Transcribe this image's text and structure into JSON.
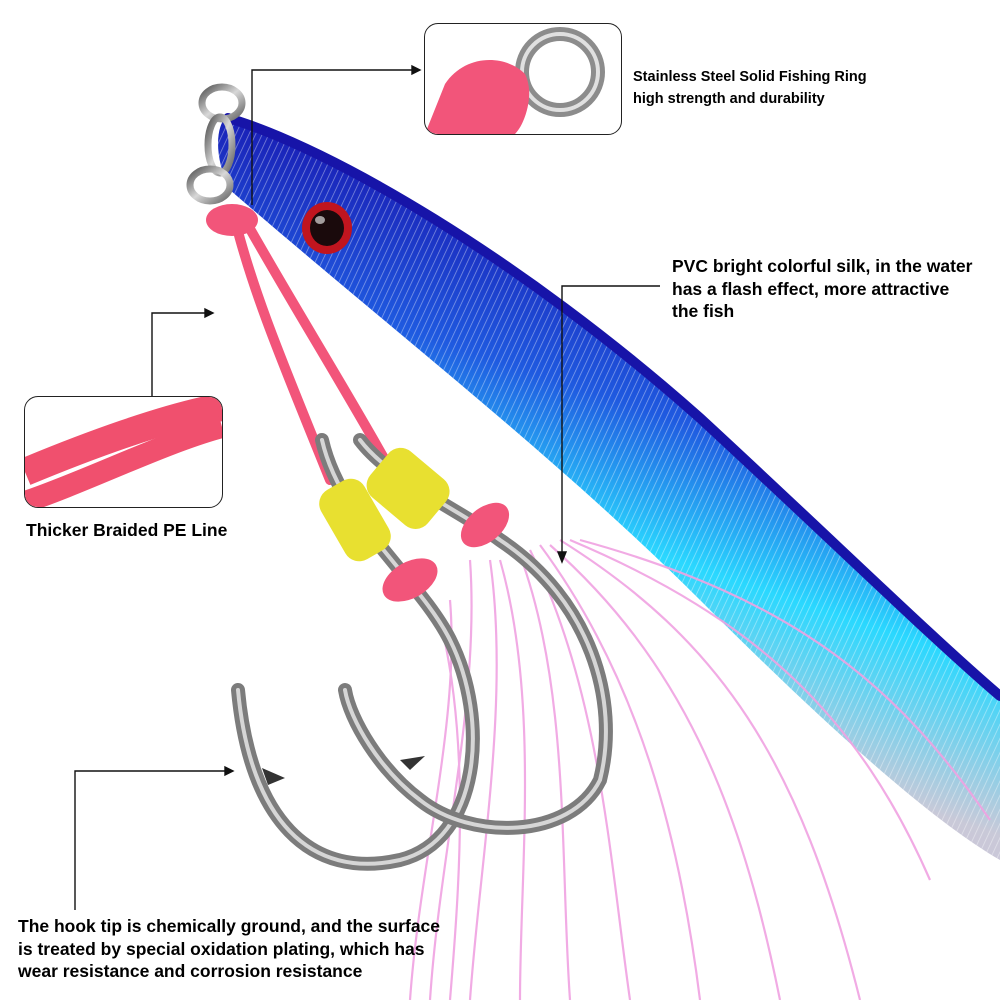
{
  "product": "Metal fishing jig lure with assist hooks",
  "colors": {
    "body_top": "#1a2fd0",
    "body_mid": "#2ad8ff",
    "body_belly": "#d9a8e6",
    "line_pink": "#f2557a",
    "thread_yellow": "#e8e030",
    "hook_steel": "#8a8a8a",
    "eye_red": "#c0151f",
    "skirt_pink": "#f3a6e6"
  },
  "callouts": {
    "ring": {
      "lines": [
        "Stainless Steel Solid Fishing Ring",
        "high strength and durability"
      ]
    },
    "silk": {
      "lines": [
        "PVC bright colorful silk, in the water",
        "has a flash effect, more attractive",
        "the fish"
      ]
    },
    "line": {
      "lines": [
        "Thicker Braided PE Line"
      ]
    },
    "hook": {
      "lines": [
        "The hook tip is chemically ground, and the surface",
        "is treated by special oxidation plating, which has",
        "wear resistance and corrosion resistance"
      ]
    }
  }
}
